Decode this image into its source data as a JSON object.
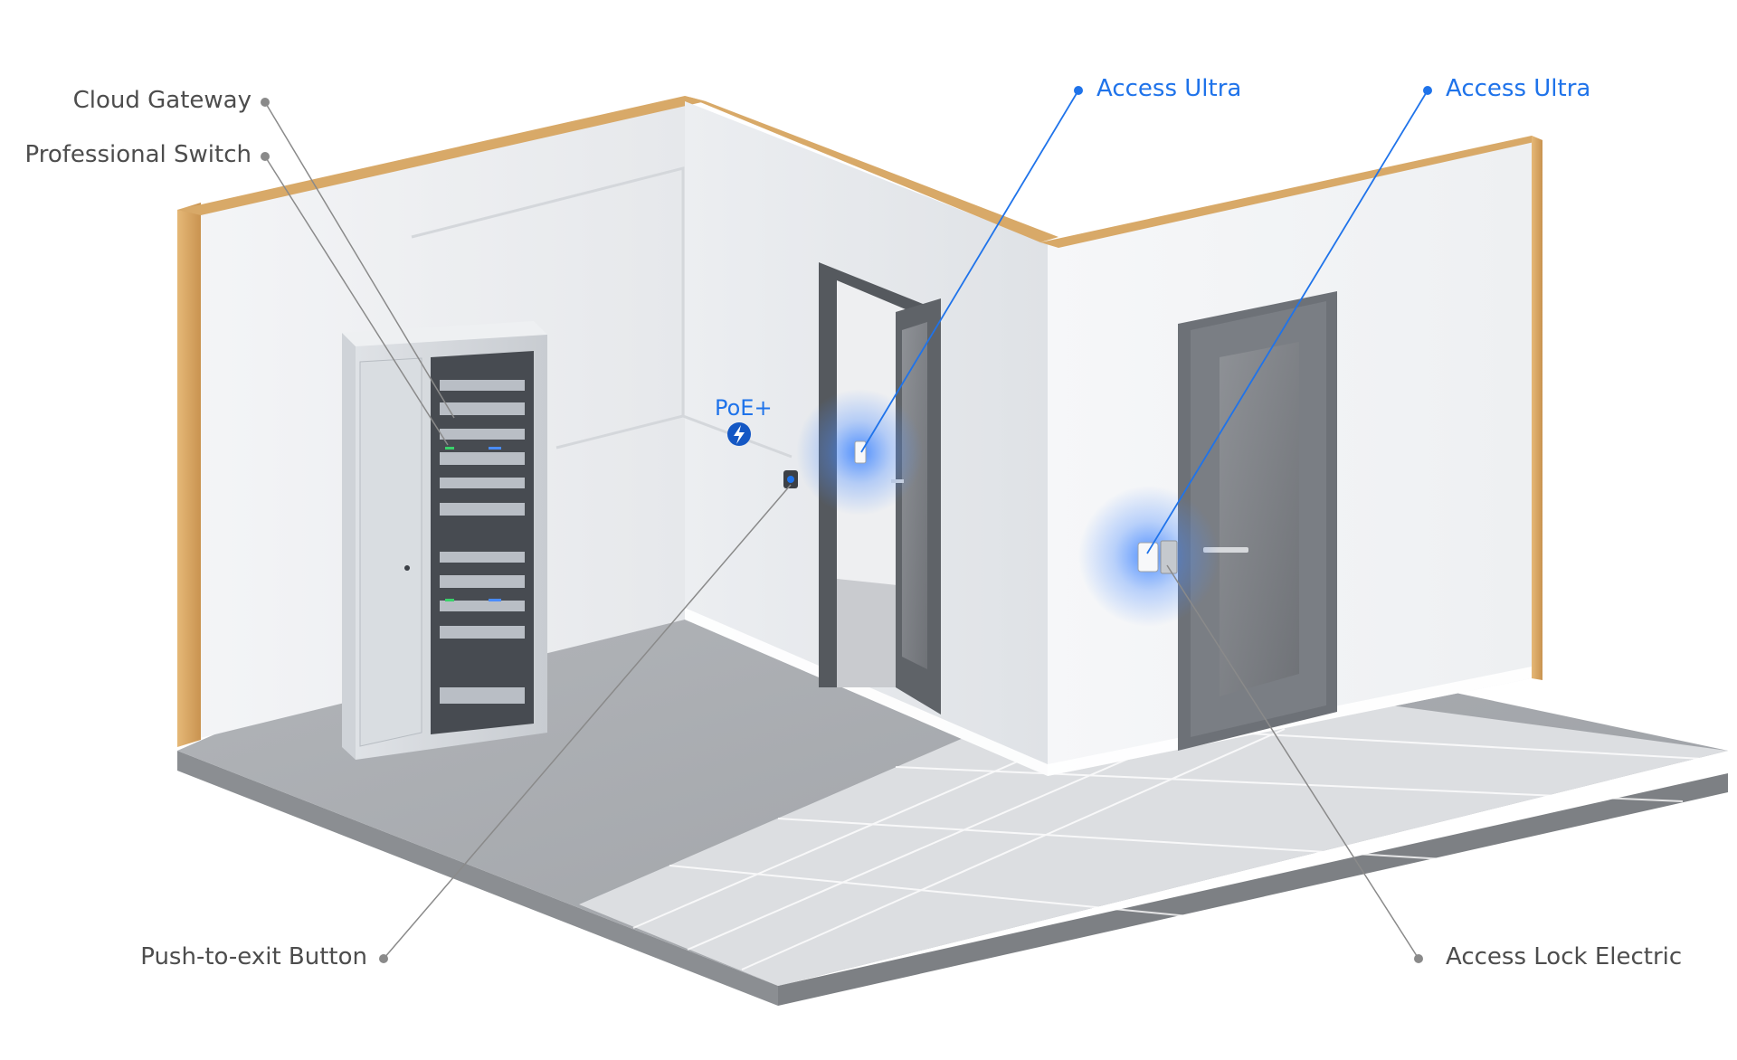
{
  "callouts": {
    "cloud_gateway": "Cloud Gateway",
    "professional_switch": "Professional Switch",
    "push_to_exit": "Push-to-exit Button",
    "access_ultra_left": "Access Ultra",
    "access_ultra_right": "Access Ultra",
    "access_lock_electric": "Access Lock Electric"
  },
  "poe": {
    "label": "PoE+",
    "icon": "lightning-bolt-icon"
  },
  "colors": {
    "accent_blue": "#1f73ea",
    "callout_gray": "#4d4d4d",
    "leader_gray": "#8a8a8a",
    "wall_white": "#f2f3f5",
    "floor_concrete": "#a9acb0",
    "wood_edge": "#d9a864"
  }
}
